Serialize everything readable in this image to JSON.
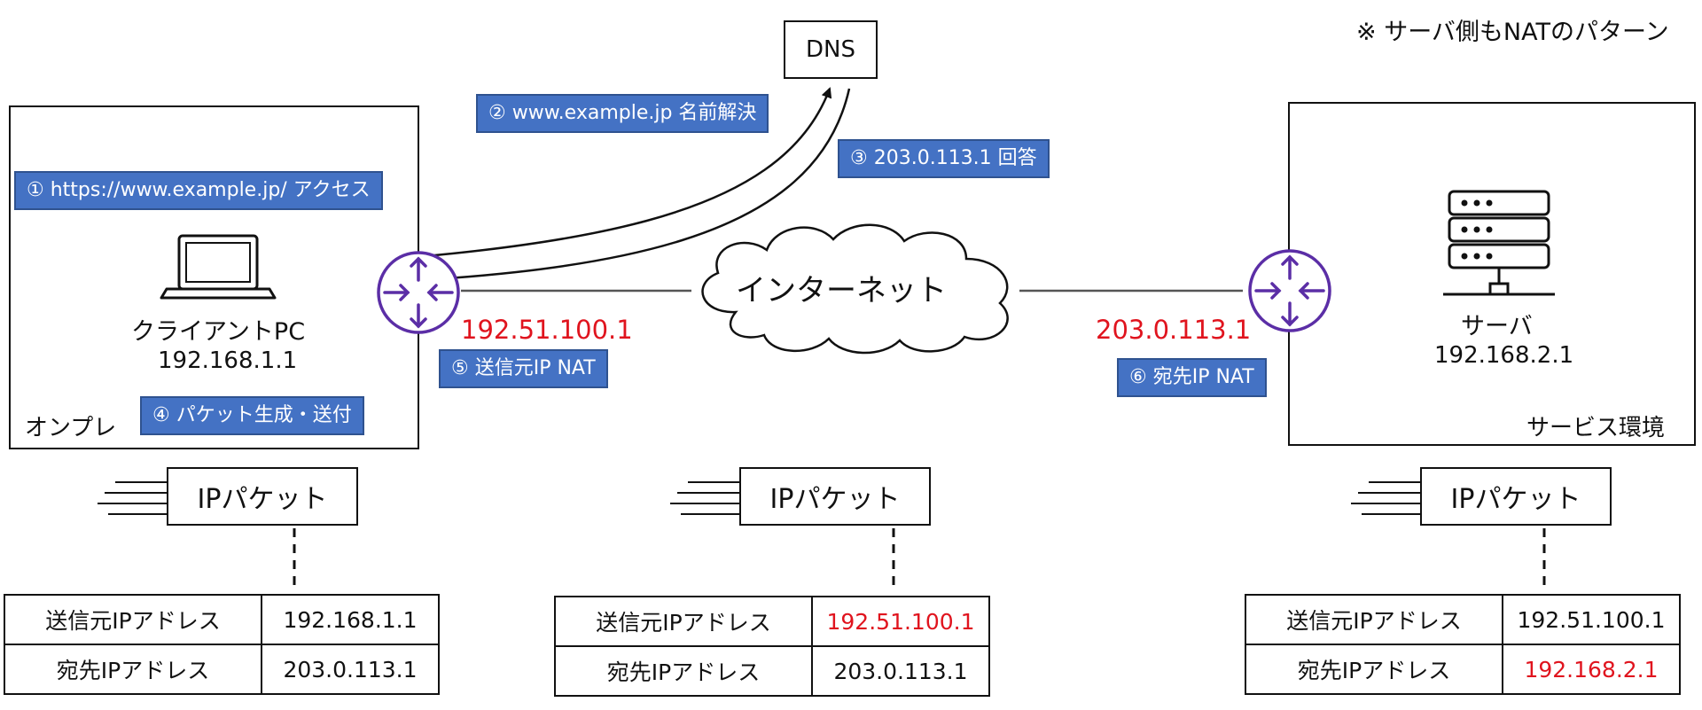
{
  "note": "※ サーバ側もNATのパターン",
  "dns": {
    "label": "DNS"
  },
  "onprem": {
    "area_label": "オンプレ",
    "client_name": "クライアントPC",
    "client_ip": "192.168.1.1"
  },
  "internet": {
    "label": "インターネット"
  },
  "service": {
    "area_label": "サービス環境",
    "server_name": "サーバ",
    "server_ip": "192.168.2.1"
  },
  "routers": {
    "left_ip": "192.51.100.1",
    "right_ip": "203.0.113.1"
  },
  "steps": [
    "① https://www.example.jp/ アクセス",
    "② www.example.jp 名前解決",
    "③ 203.0.113.1 回答",
    "④ パケット生成・送付",
    "⑤ 送信元IP NAT",
    "⑥ 宛先IP NAT"
  ],
  "packets": [
    {
      "label": "IPパケット",
      "rows": [
        {
          "key": "送信元IPアドレス",
          "value": "192.168.1.1",
          "highlight": false
        },
        {
          "key": "宛先IPアドレス",
          "value": "203.0.113.1",
          "highlight": false
        }
      ]
    },
    {
      "label": "IPパケット",
      "rows": [
        {
          "key": "送信元IPアドレス",
          "value": "192.51.100.1",
          "highlight": true
        },
        {
          "key": "宛先IPアドレス",
          "value": "203.0.113.1",
          "highlight": false
        }
      ]
    },
    {
      "label": "IPパケット",
      "rows": [
        {
          "key": "送信元IPアドレス",
          "value": "192.51.100.1",
          "highlight": false
        },
        {
          "key": "宛先IPアドレス",
          "value": "192.168.2.1",
          "highlight": true
        }
      ]
    }
  ],
  "colors": {
    "accent": "#4472c4",
    "router": "#5b2ea6",
    "highlight": "#e0141e"
  },
  "icons": {
    "client": "laptop-icon",
    "server": "server-rack-icon",
    "router": "router-icon",
    "internet": "cloud-icon"
  }
}
